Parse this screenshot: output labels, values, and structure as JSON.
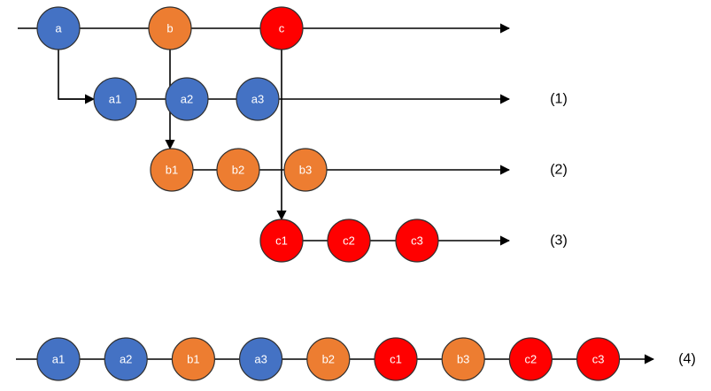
{
  "colors": {
    "blue": "#4472C4",
    "orange": "#ED7D31",
    "red": "#FF0000",
    "outline": "#2F2F2F",
    "line": "#000000"
  },
  "source_nodes": [
    {
      "label": "a",
      "color": "blue"
    },
    {
      "label": "b",
      "color": "orange"
    },
    {
      "label": "c",
      "color": "red"
    }
  ],
  "streams": [
    {
      "id": "a",
      "label": "(1)",
      "nodes": [
        {
          "label": "a1",
          "color": "blue"
        },
        {
          "label": "a2",
          "color": "blue"
        },
        {
          "label": "a3",
          "color": "blue"
        }
      ]
    },
    {
      "id": "b",
      "label": "(2)",
      "nodes": [
        {
          "label": "b1",
          "color": "orange"
        },
        {
          "label": "b2",
          "color": "orange"
        },
        {
          "label": "b3",
          "color": "orange"
        }
      ]
    },
    {
      "id": "c",
      "label": "(3)",
      "nodes": [
        {
          "label": "c1",
          "color": "red"
        },
        {
          "label": "c2",
          "color": "red"
        },
        {
          "label": "c3",
          "color": "red"
        }
      ]
    }
  ],
  "merged_stream": {
    "label": "(4)",
    "nodes": [
      {
        "label": "a1",
        "color": "blue"
      },
      {
        "label": "a2",
        "color": "blue"
      },
      {
        "label": "b1",
        "color": "orange"
      },
      {
        "label": "a3",
        "color": "blue"
      },
      {
        "label": "b2",
        "color": "orange"
      },
      {
        "label": "c1",
        "color": "red"
      },
      {
        "label": "b3",
        "color": "orange"
      },
      {
        "label": "c2",
        "color": "red"
      },
      {
        "label": "c3",
        "color": "red"
      }
    ]
  }
}
